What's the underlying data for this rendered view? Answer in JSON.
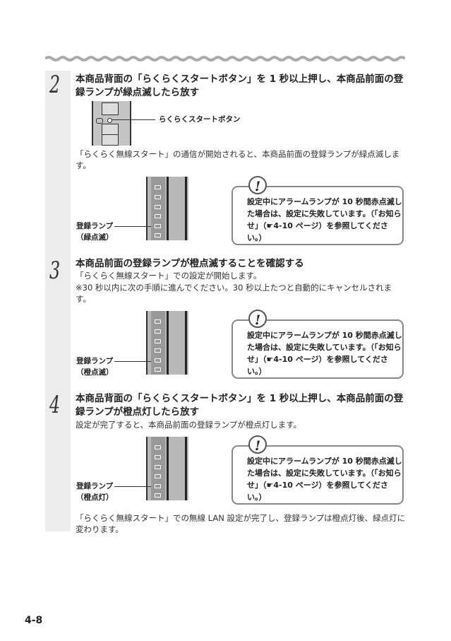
{
  "steps": [
    {
      "number": "2",
      "title": "本商品背面の「らくらくスタートボタン」を 1 秒以上押し、本商品前面の登録ランプが緑点滅したら放す",
      "callout": "らくらくスタートボタン",
      "body": "「らくらく無線スタート」の通信が開始されると、本商品前面の登録ランプが緑点滅します。",
      "lamp_label": "登録ランプ",
      "lamp_state": "（緑点滅）"
    },
    {
      "number": "3",
      "title": "本商品前面の登録ランプが橙点滅することを確認する",
      "body": "「らくらく無線スタート」での設定が開始します。",
      "note_text": "※30 秒以内に次の手順に進んでください。30 秒以上たつと自動的にキャンセルされます。",
      "lamp_label": "登録ランプ",
      "lamp_state": "（橙点滅）"
    },
    {
      "number": "4",
      "title": "本商品背面の「らくらくスタートボタン」を 1 秒以上押し、本商品前面の登録ランプが橙点灯したら放す",
      "body": "設定が完了すると、本商品前面の登録ランプが橙点灯します。",
      "lamp_label": "登録ランプ",
      "lamp_state": "（橙点灯）",
      "footer": "「らくらく無線スタート」での無線 LAN 設定が完了し、登録ランプは橙点灯後、緑点灯に変わります。"
    }
  ],
  "warning": {
    "icon": "!",
    "text": "設定中にアラームランプが 10 秒間赤点滅した場合は、設定に失敗しています。（「お知らせ」（☛4-10 ページ）を参照してください。）"
  },
  "page_number": "4-8"
}
